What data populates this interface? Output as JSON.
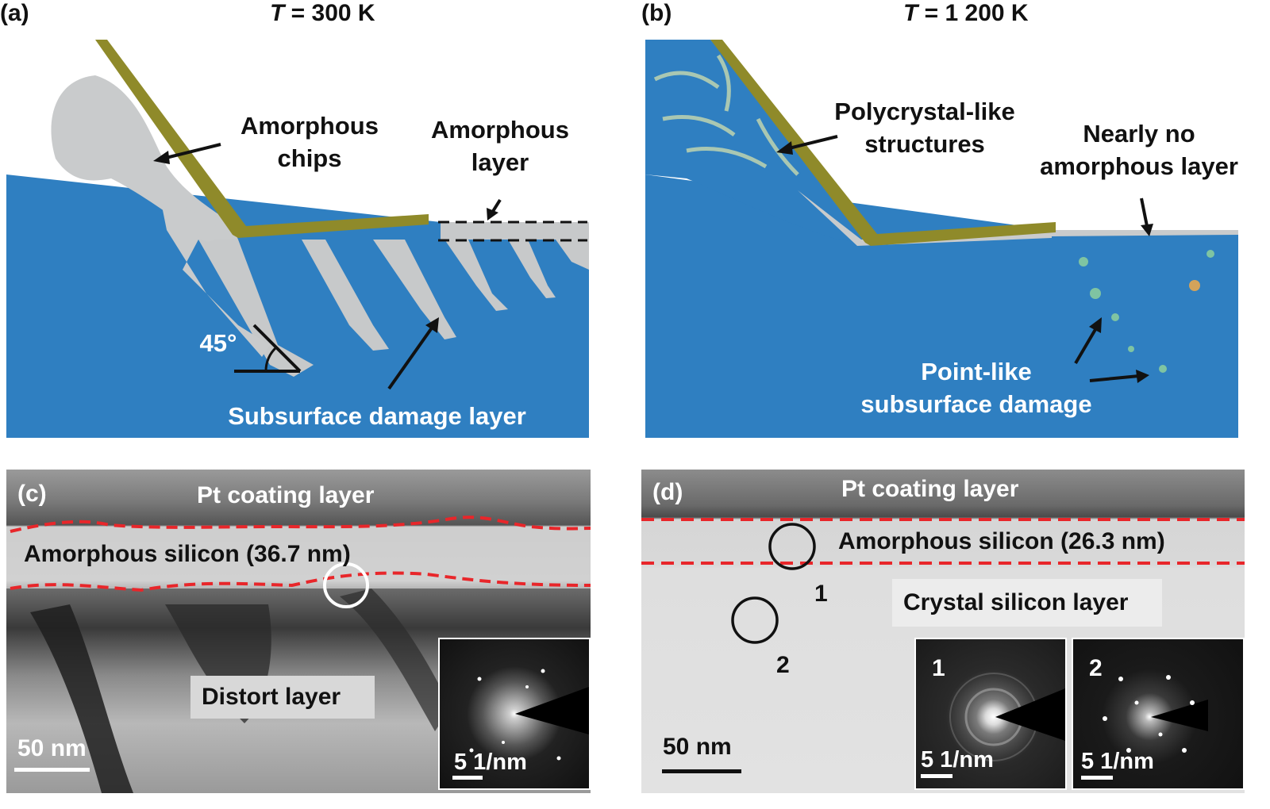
{
  "panel_a": {
    "label": "(a)",
    "temperature_var": "T",
    "temperature_value": " = 300 K",
    "annotations": {
      "amorphous_chips": "Amorphous\nchips",
      "amorphous_layer": "Amorphous\nlayer",
      "angle": "45°",
      "subsurface": "Subsurface damage layer"
    }
  },
  "panel_b": {
    "label": "(b)",
    "temperature_var": "T",
    "temperature_value": " = 1 200 K",
    "annotations": {
      "polycrystal": "Polycrystal-like\nstructures",
      "nearly_no": "Nearly no\namorphous layer",
      "point_like": "Point-like\nsubsurface damage"
    }
  },
  "panel_c": {
    "label": "(c)",
    "pt_layer": "Pt coating layer",
    "amorphous": "Amorphous silicon (36.7 nm)",
    "distort": "Distort layer",
    "scale": "50 nm",
    "inset_scale": "5 1/nm"
  },
  "panel_d": {
    "label": "(d)",
    "pt_layer": "Pt coating layer",
    "amorphous": "Amorphous silicon (26.3 nm)",
    "crystal": "Crystal silicon layer",
    "circle1": "1",
    "circle2": "2",
    "scale": "50 nm",
    "inset1_num": "1",
    "inset2_num": "2",
    "inset_scale": "5 1/nm"
  },
  "colors": {
    "silicon_blue": "#2f7fc1",
    "amorphous_gray": "#c9cbcc",
    "tool_olive": "#8f8a2a",
    "dashed_red": "#e8262a"
  }
}
